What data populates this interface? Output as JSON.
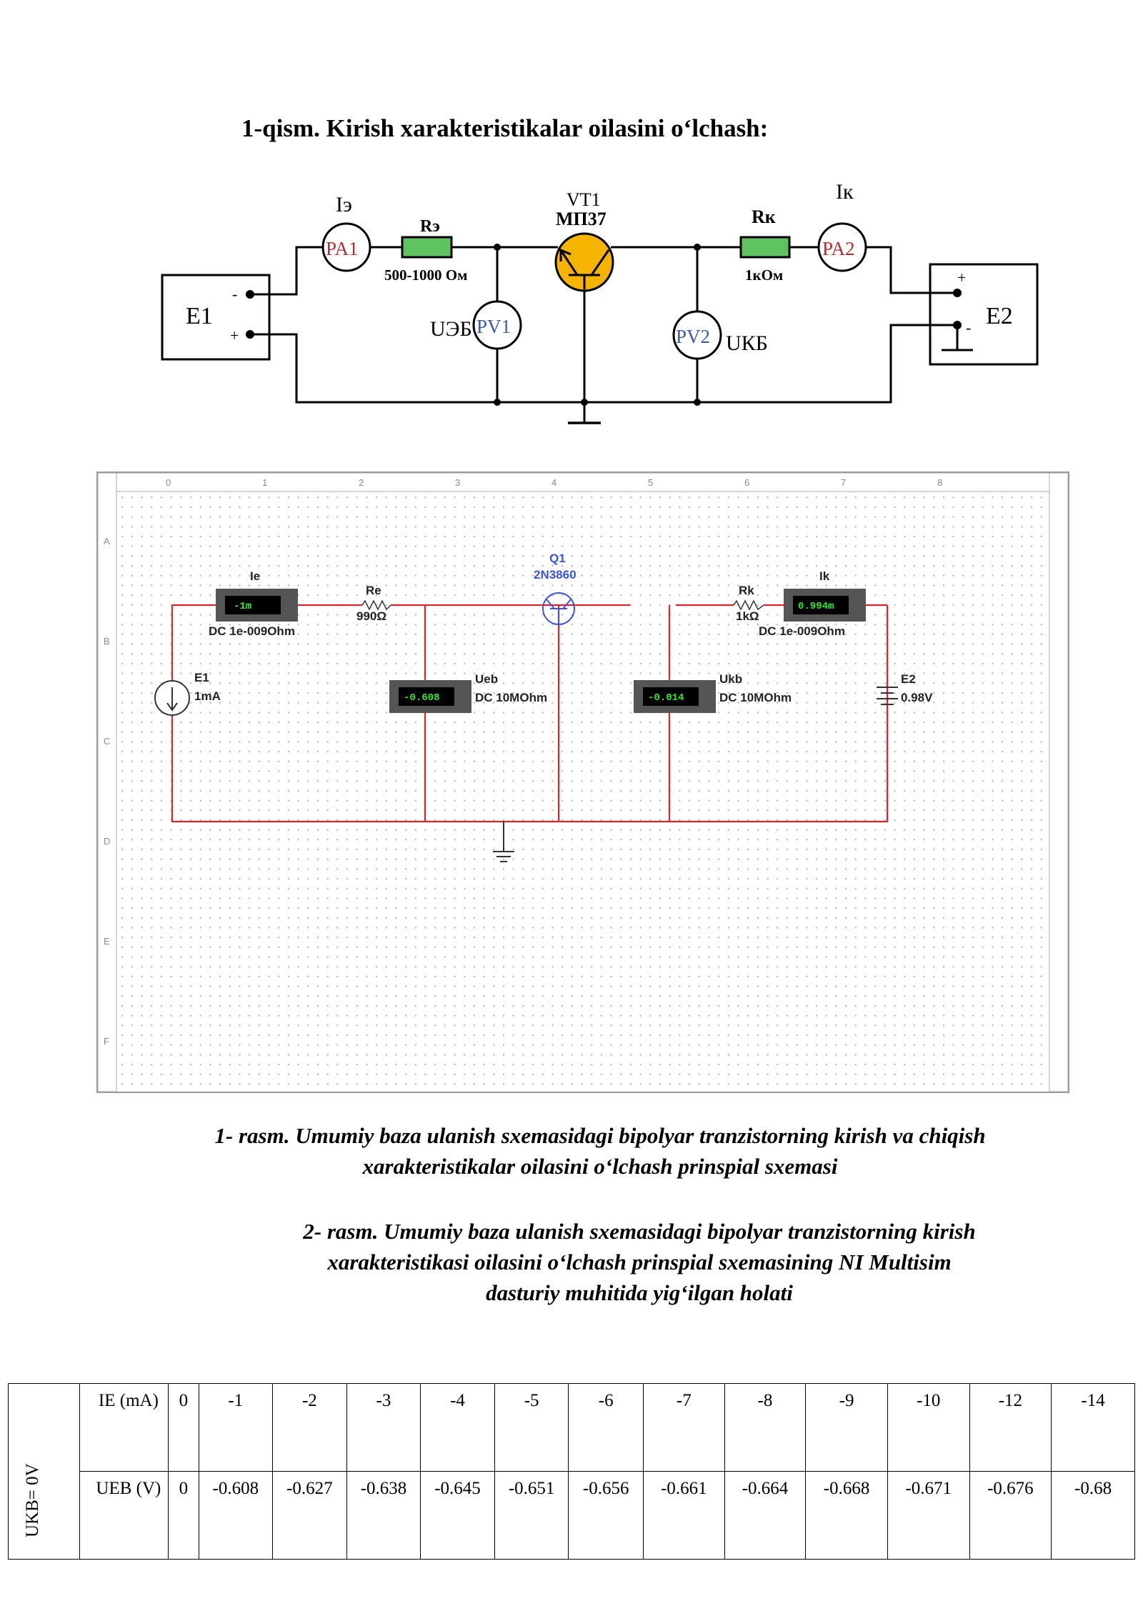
{
  "heading": "1-qism. Kirish xarakteristikalar oilasini o‘lchash:",
  "schematic": {
    "transistor_ref": "VT1",
    "transistor_model": "МП37",
    "source_left": "E1",
    "source_right": "E2",
    "ammeter1": "PA1",
    "ammeter2": "PA2",
    "voltmeter1": "PV1",
    "voltmeter2": "PV2",
    "ammeter1_label": "Iэ",
    "ammeter2_label": "Iк",
    "resistor1_label": "Rэ",
    "resistor1_value": "500-1000 Ом",
    "resistor2_label": "Rк",
    "resistor2_value": "1кОм",
    "voltmeter1_label": "UЭБ",
    "voltmeter2_label": "UКБ",
    "minus": "-",
    "plus": "+"
  },
  "multisim": {
    "q_ref": "Q1",
    "q_model": "2N3860",
    "ie_label": "Ie",
    "ie_reading": "-1m",
    "ie_mode": "DC  1e-009Ohm",
    "re_label": "Re",
    "re_value": "990Ω",
    "e1_label": "E1",
    "e1_value": "1mA",
    "ueb_label": "Ueb",
    "ueb_reading": "-0.608",
    "ueb_mode": "DC  10MOhm",
    "rk_label": "Rk",
    "rk_value": "1kΩ",
    "ik_label": "Ik",
    "ik_reading": "0.994m",
    "ik_mode": "DC  1e-009Ohm",
    "ukb_label": "Ukb",
    "ukb_reading": "-0.014",
    "ukb_mode": "DC  10MOhm",
    "e2_label": "E2",
    "e2_value": "0.98V",
    "ruler_top": [
      "0",
      "1",
      "2",
      "3",
      "4",
      "5",
      "6",
      "7",
      "8"
    ],
    "ruler_side": [
      "A",
      "B",
      "C",
      "D",
      "E",
      "F"
    ]
  },
  "caption1": {
    "line1": "1- rasm. Umumiy baza ulanish sxemasidagi bipolyar tranzistorning kirish va chiqish",
    "line2": "xarakteristikalar oilasini o‘lchash prinspial sxemasi"
  },
  "caption2": {
    "line1": "2- rasm. Umumiy baza ulanish sxemasidagi bipolyar tranzistorning kirish",
    "line2": "xarakteristikasi oilasini o‘lchash prinspial sxemasining NI Multisim",
    "line3": "dasturiy muhitida yig‘ilgan holati"
  },
  "table": {
    "condition": "UKB= 0V",
    "row1_label": "IE (mA)",
    "row2_label": "UEB (V)",
    "ie_values": [
      "0",
      "-1",
      "-2",
      "-3",
      "-4",
      "-5",
      "-6",
      "-7",
      "-8",
      "-9",
      "-10",
      "-12",
      "-14"
    ],
    "ueb_values": [
      "0",
      "-0.608",
      "-0.627",
      "-0.638",
      "-0.645",
      "-0.651",
      "-0.656",
      "-0.661",
      "-0.664",
      "-0.668",
      "-0.671",
      "-0.676",
      "-0.68"
    ]
  }
}
